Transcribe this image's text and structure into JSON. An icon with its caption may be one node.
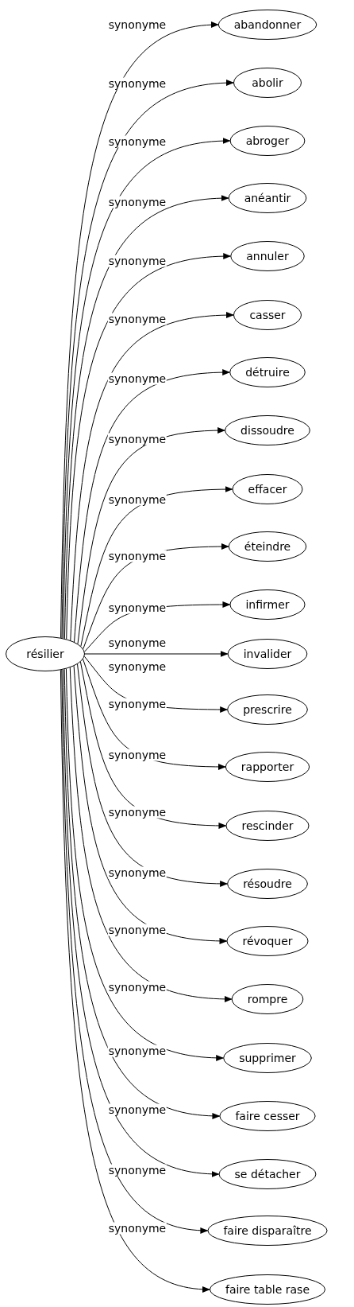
{
  "diagram": {
    "nodes": [
      {
        "text": [
          "résilier"
        ]
      },
      {
        "text": [
          "abandonner"
        ]
      },
      {
        "text": [
          "abolir"
        ]
      },
      {
        "text": [
          "abroger"
        ]
      },
      {
        "text": [
          "anéantir"
        ]
      },
      {
        "text": [
          "annuler"
        ]
      },
      {
        "text": [
          "casser"
        ]
      },
      {
        "text": [
          "détruire"
        ]
      },
      {
        "text": [
          "dissoudre"
        ]
      },
      {
        "text": [
          "effacer"
        ]
      },
      {
        "text": [
          "éteindre"
        ]
      },
      {
        "text": [
          "infirmer"
        ]
      },
      {
        "text": [
          "invalider"
        ]
      },
      {
        "text": [
          "prescrire"
        ]
      },
      {
        "text": [
          "rapporter"
        ]
      },
      {
        "text": [
          "rescinder"
        ]
      },
      {
        "text": [
          "résoudre"
        ]
      },
      {
        "text": [
          "révoquer"
        ]
      },
      {
        "text": [
          "rompre"
        ]
      },
      {
        "text": [
          "supprimer"
        ]
      },
      {
        "text": [
          "faire cesser"
        ]
      },
      {
        "text": [
          "se détacher"
        ]
      },
      {
        "text": [
          "faire disparaître"
        ]
      },
      {
        "text": [
          "faire table rase"
        ]
      }
    ],
    "edges": [
      {
        "from": 0,
        "to": 1,
        "arrow": "to",
        "label": "synonyme"
      },
      {
        "from": 0,
        "to": 2,
        "arrow": "to",
        "label": "synonyme"
      },
      {
        "from": 0,
        "to": 3,
        "arrow": "to",
        "label": "synonyme"
      },
      {
        "from": 0,
        "to": 4,
        "arrow": "to",
        "label": "synonyme"
      },
      {
        "from": 0,
        "to": 5,
        "arrow": "to",
        "label": "synonyme"
      },
      {
        "from": 0,
        "to": 6,
        "arrow": "to",
        "label": "synonyme"
      },
      {
        "from": 0,
        "to": 7,
        "arrow": "to",
        "label": "synonyme"
      },
      {
        "from": 0,
        "to": 8,
        "arrow": "to",
        "label": "synonyme"
      },
      {
        "from": 0,
        "to": 9,
        "arrow": "to",
        "label": "synonyme"
      },
      {
        "from": 0,
        "to": 10,
        "arrow": "to",
        "label": "synonyme"
      },
      {
        "from": 0,
        "to": 11,
        "arrow": "to",
        "label": "synonyme"
      },
      {
        "from": 0,
        "to": 12,
        "arrow": "to",
        "label": "synonyme"
      },
      {
        "from": 0,
        "to": 13,
        "arrow": "to",
        "label": "synonyme"
      },
      {
        "from": 0,
        "to": 14,
        "arrow": "to",
        "label": "synonyme"
      },
      {
        "from": 0,
        "to": 15,
        "arrow": "to",
        "label": "synonyme"
      },
      {
        "from": 0,
        "to": 16,
        "arrow": "to",
        "label": "synonyme"
      },
      {
        "from": 0,
        "to": 17,
        "arrow": "to",
        "label": "synonyme"
      },
      {
        "from": 0,
        "to": 18,
        "arrow": "to",
        "label": "synonyme"
      },
      {
        "from": 0,
        "to": 19,
        "arrow": "to",
        "label": "synonyme"
      },
      {
        "from": 0,
        "to": 20,
        "arrow": "to",
        "label": "synonyme"
      },
      {
        "from": 0,
        "to": 21,
        "arrow": "to",
        "label": "synonyme"
      },
      {
        "from": 0,
        "to": 22,
        "arrow": "to",
        "label": "synonyme"
      },
      {
        "from": 0,
        "to": 23,
        "arrow": "to",
        "label": "synonyme"
      }
    ]
  }
}
